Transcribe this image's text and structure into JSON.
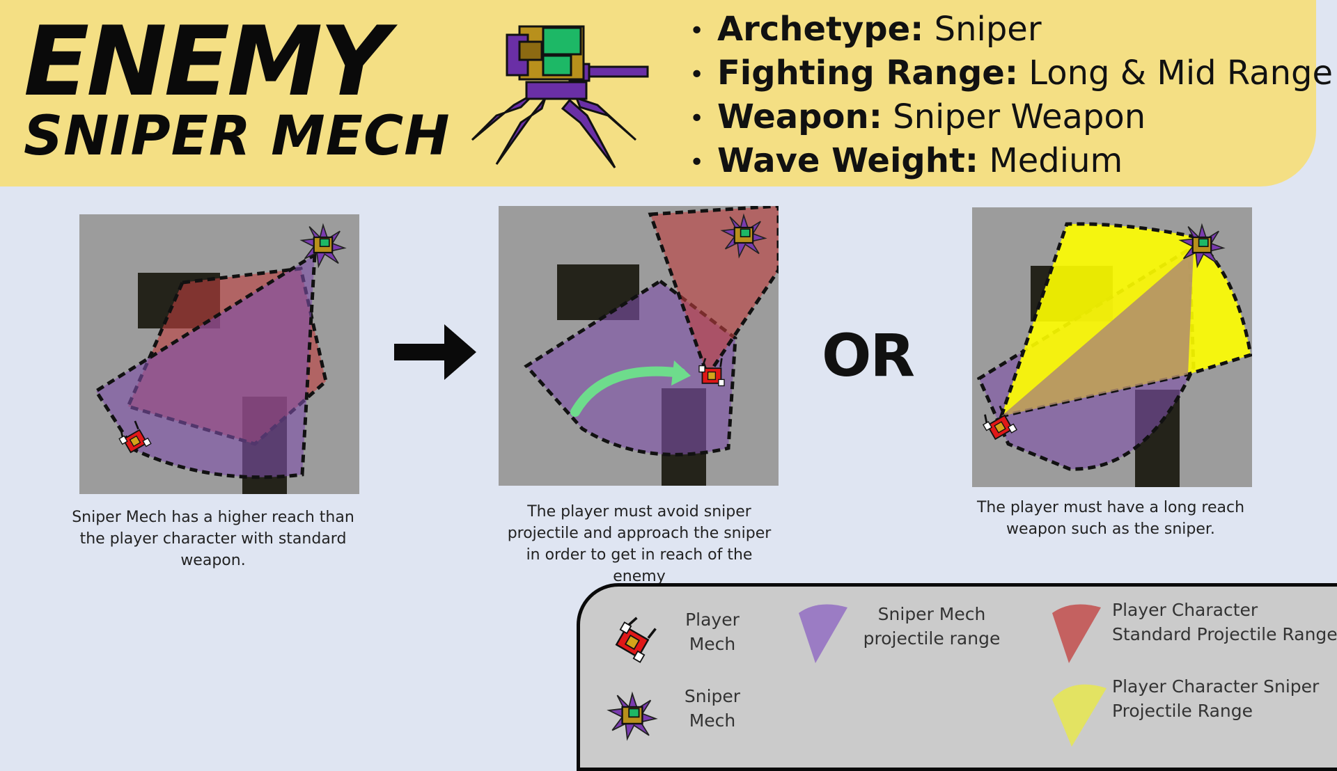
{
  "title": {
    "line1": "ENEMY",
    "line2": "SNIPER MECH"
  },
  "stats": [
    {
      "key": "Archetype:",
      "value": "  Sniper"
    },
    {
      "key": "Fighting Range:",
      "value": " Long & Mid Range"
    },
    {
      "key": "Weapon:",
      "value": " Sniper Weapon"
    },
    {
      "key": "Wave Weight:",
      "value": " Medium"
    }
  ],
  "captions": {
    "panel1": "Sniper Mech has a higher reach than the player character with standard weapon.",
    "panel2": "The player must avoid sniper projectile and approach the sniper in order to get in reach of the enemy",
    "panel3": "The player must have a long reach weapon such as the sniper."
  },
  "separator": "OR",
  "legend": {
    "player_mech": "Player\nMech",
    "sniper_mech": "Sniper\nMech",
    "sniper_range": "Sniper Mech\nprojectile range",
    "player_standard_range": "Player Character\nStandard Projectile Range",
    "player_sniper_range": "Player Character Sniper\nProjectile Range"
  },
  "colors": {
    "header": "#f4df84",
    "background": "#dfe5f2",
    "sniper_range": "#8a62b0",
    "player_standard_range": "#c0504d",
    "player_sniper_range": "#ffff00",
    "approach_arrow": "#6edc8c"
  }
}
